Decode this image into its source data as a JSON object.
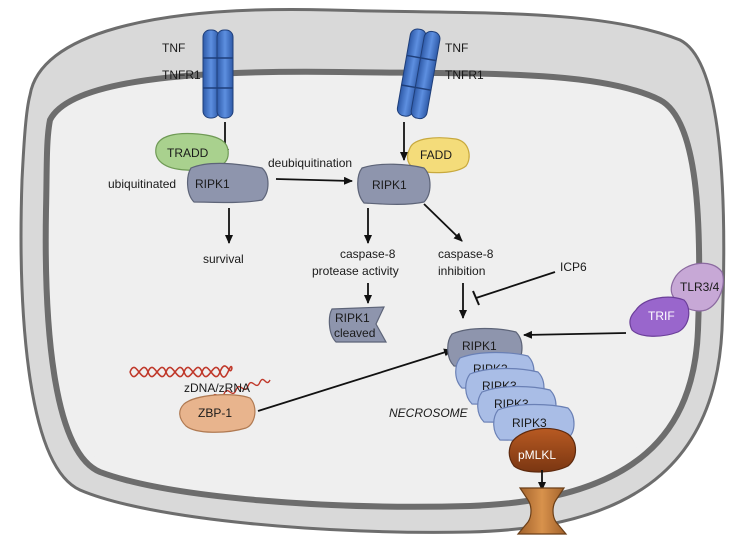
{
  "labels": {
    "tnf_left": "TNF",
    "tnfr1_left": "TNFR1",
    "tnf_right": "TNF",
    "tnfr1_right": "TNFR1",
    "tradd": "TRADD",
    "fadd": "FADD",
    "ubiquitinated": "ubiquitinated",
    "ripk1_left": "RIPK1",
    "deubiquitination": "deubiquitination",
    "ripk1_mid": "RIPK1",
    "survival": "survival",
    "caspase_activity_line1": "caspase-8",
    "caspase_activity_line2": "protease activity",
    "caspase_inhib_line1": "caspase-8",
    "caspase_inhib_line2": "inhibition",
    "icp6": "ICP6",
    "ripk1_cleaved_line1": "RIPK1",
    "ripk1_cleaved_line2": "cleaved",
    "tlr34": "TLR3/4",
    "trif": "TRIF",
    "zdna": "zDNA/zRNA",
    "zbp1": "ZBP-1",
    "necrosome": "NECROSOME",
    "ripk1_necro": "RIPK1",
    "ripk3_1": "RIPK3",
    "ripk3_2": "RIPK3",
    "ripk3_3": "RIPK3",
    "ripk3_4": "RIPK3",
    "pmlkl": "pMLKL"
  },
  "colors": {
    "membrane_outer": "#d8d8d8",
    "membrane_line": "#6e6e6e",
    "cytoplasm": "#f1f1f1",
    "receptor": "#3d6fc0",
    "tradd": "#a9d18e",
    "fadd": "#f4dc7a",
    "ripk1": "#8e95ad",
    "ripk3": "#a9bde6",
    "tlr": "#c7a8d6",
    "trif": "#9966cc",
    "zbp1": "#e8b48d",
    "dna_helix": "#c0392b",
    "pmlkl": "#9c4a1a",
    "pore": "#b8753a"
  }
}
